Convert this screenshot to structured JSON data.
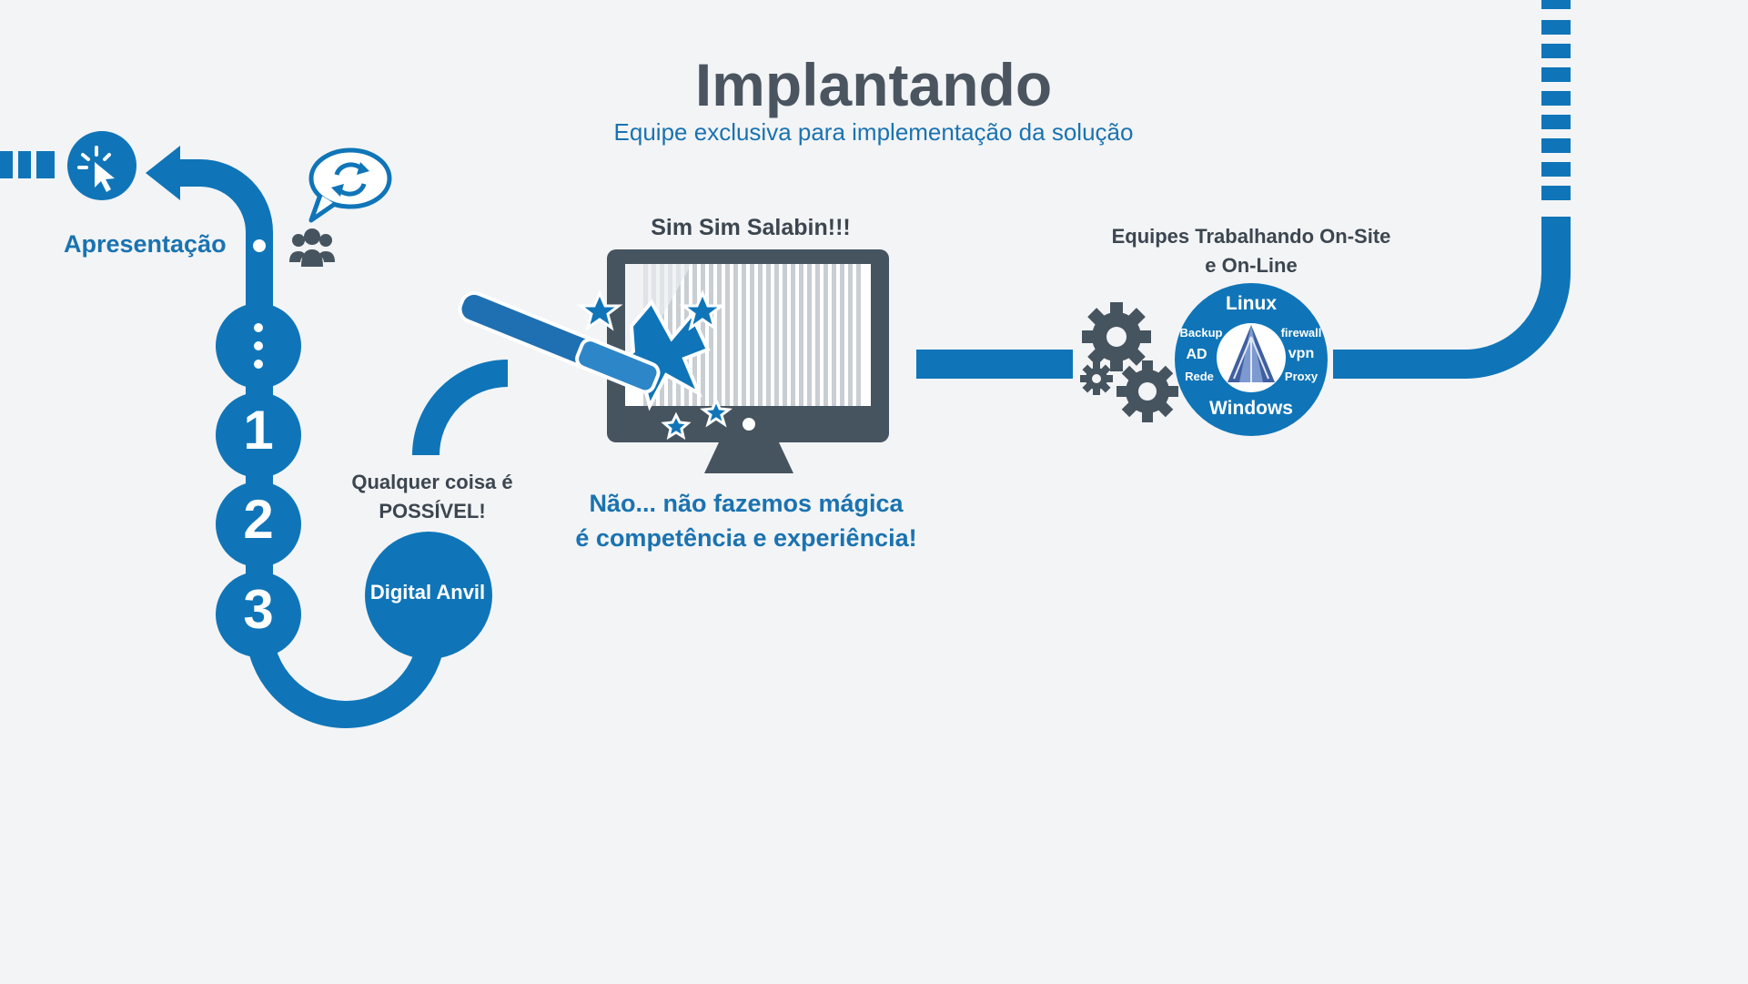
{
  "header": {
    "title": "Implantando",
    "subtitle": "Equipe exclusiva para implementação da solução"
  },
  "journey": {
    "start_label": "Apresentação",
    "steps": [
      "1",
      "2",
      "3"
    ],
    "more_steps_icon": "vertical-ellipsis-icon",
    "possible_text": [
      "Qualquer coisa é",
      "POSSÍVEL!"
    ],
    "brand_node": "Digital Anvil"
  },
  "magic": {
    "caption": "Sim Sim Salabin!!!",
    "tagline": [
      "Não... não fazemos mágica",
      "é competência e experiência!"
    ]
  },
  "teams": {
    "caption": [
      "Equipes Trabalhando On-Site",
      "e On-Line"
    ],
    "os_circle": {
      "top": "Linux",
      "bottom": "Windows",
      "left": [
        "Backup",
        "AD",
        "Rede"
      ],
      "right": [
        "firewall",
        "vpn",
        "Proxy"
      ]
    }
  },
  "icons": {
    "click": "cursor-click-icon",
    "chat": "chat-sync-icon",
    "people": "group-people-icon",
    "wand": "magic-wand-icon",
    "monitor": "monitor-icon",
    "gears": "gears-icon",
    "logo": "arch-logo-icon"
  },
  "colors": {
    "primary_blue": "#0f75b8",
    "dark_gray": "#46545f",
    "background": "#f3f4f6"
  }
}
